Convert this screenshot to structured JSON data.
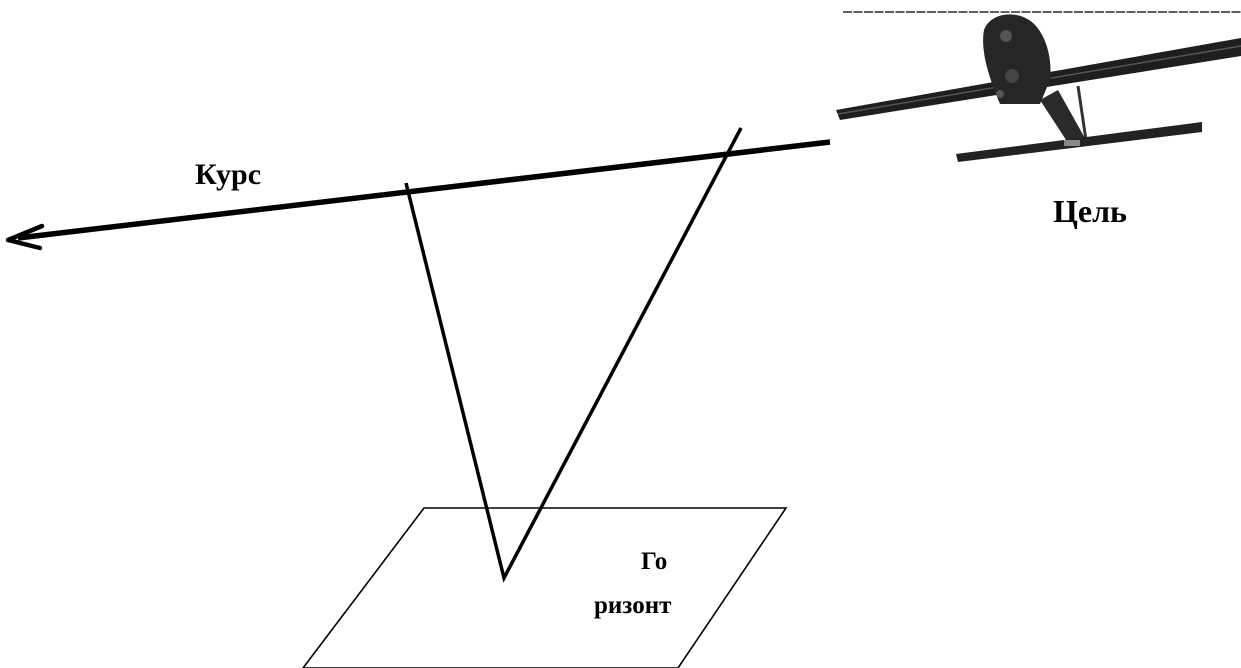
{
  "labels": {
    "course": "Курс",
    "target": "Цель",
    "horizon_line1": "Го",
    "horizon_line2": "ризонт"
  },
  "colors": {
    "line": "#000000",
    "aircraft_body": "#1a1a1a",
    "aircraft_shade": "#3a3a3a",
    "background": "#ffffff"
  },
  "icons": {
    "aircraft": "uav-drone-icon",
    "arrow": "arrowhead-left-icon"
  }
}
